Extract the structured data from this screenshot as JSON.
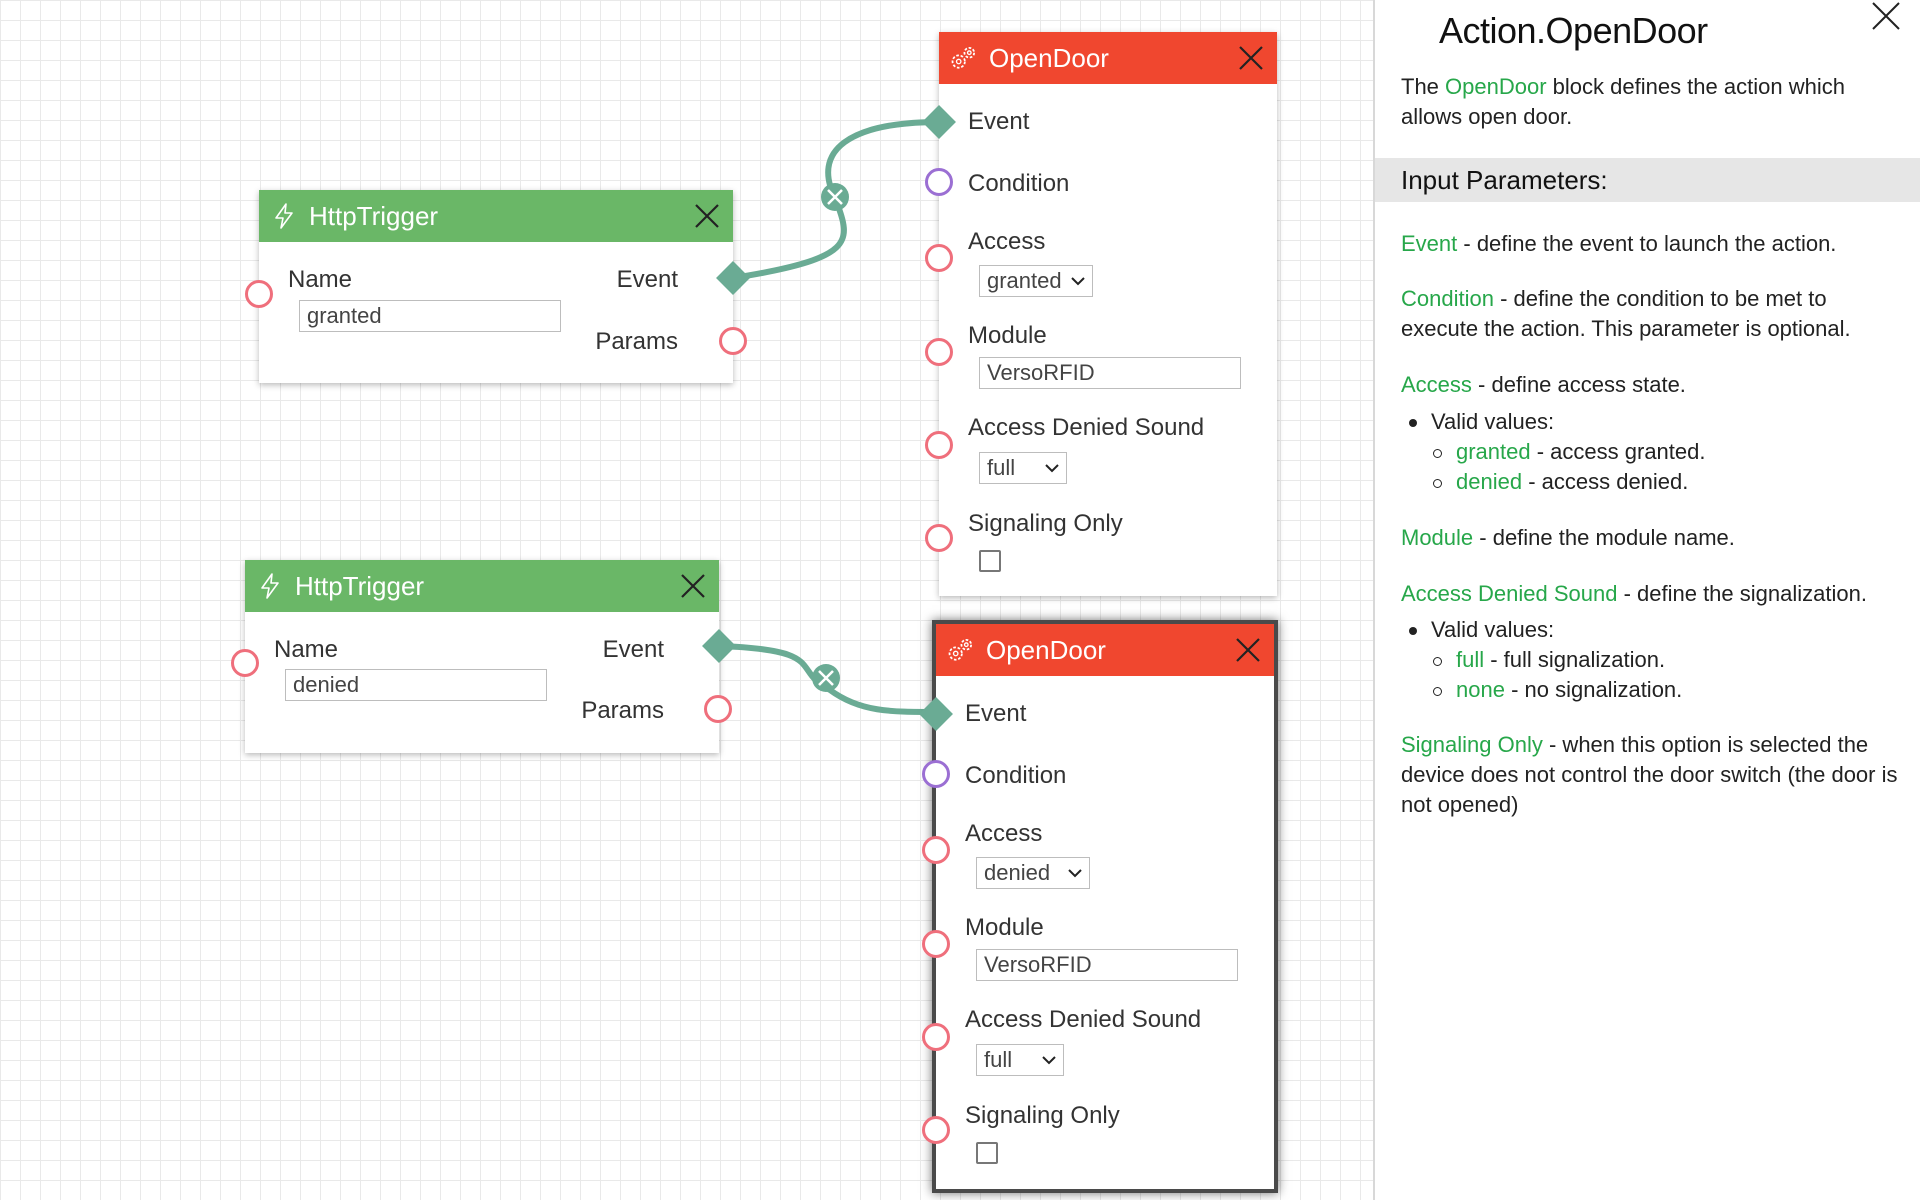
{
  "canvas": {
    "triggers": [
      {
        "title": "HttpTrigger",
        "name_label": "Name",
        "name_value": "granted",
        "event_label": "Event",
        "params_label": "Params"
      },
      {
        "title": "HttpTrigger",
        "name_label": "Name",
        "name_value": "denied",
        "event_label": "Event",
        "params_label": "Params"
      }
    ],
    "actions": [
      {
        "title": "OpenDoor",
        "event_label": "Event",
        "condition_label": "Condition",
        "access_label": "Access",
        "access_value": "granted",
        "module_label": "Module",
        "module_value": "VersoRFID",
        "sound_label": "Access Denied Sound",
        "sound_value": "full",
        "signaling_label": "Signaling Only",
        "signaling_checked": false
      },
      {
        "title": "OpenDoor",
        "event_label": "Event",
        "condition_label": "Condition",
        "access_label": "Access",
        "access_value": "denied",
        "module_label": "Module",
        "module_value": "VersoRFID",
        "sound_label": "Access Denied Sound",
        "sound_value": "full",
        "signaling_label": "Signaling Only",
        "signaling_checked": false,
        "selected": true
      }
    ]
  },
  "help": {
    "title": "Action.OpenDoor",
    "intro": {
      "pre": "The ",
      "term": "OpenDoor",
      "post": " block defines the action which allows open door."
    },
    "section_header": "Input Parameters:",
    "event": {
      "term": "Event",
      "desc": " - define the event to launch the action."
    },
    "condition": {
      "term": "Condition",
      "desc": " - define the condition to be met to execute the action. This parameter is optional."
    },
    "access": {
      "term": "Access",
      "desc": " - define access state.",
      "valid": "Valid values:",
      "values": [
        {
          "term": "granted",
          "desc": " - access granted."
        },
        {
          "term": "denied",
          "desc": " - access denied."
        }
      ]
    },
    "module": {
      "term": "Module",
      "desc": " - define the module name."
    },
    "sound": {
      "term": "Access Denied Sound",
      "desc": " - define the signalization.",
      "valid": "Valid values:",
      "values": [
        {
          "term": "full",
          "desc": " - full signalization."
        },
        {
          "term": "none",
          "desc": " - no signalization."
        }
      ]
    },
    "signaling": {
      "term": "Signaling Only",
      "desc": " - when this option is selected the device does not control the door switch (the door is not opened)"
    }
  },
  "colors": {
    "trigger_header": "#6ab767",
    "action_header": "#f0472f",
    "wire": "#6aab94",
    "port_red": "#ef6f7c",
    "port_purple": "#9b6fd3",
    "help_term": "#27a74a"
  },
  "icons": {
    "trigger": "lightning-icon",
    "action": "gears-icon",
    "close": "close-icon",
    "select": "chevron-down-icon"
  }
}
